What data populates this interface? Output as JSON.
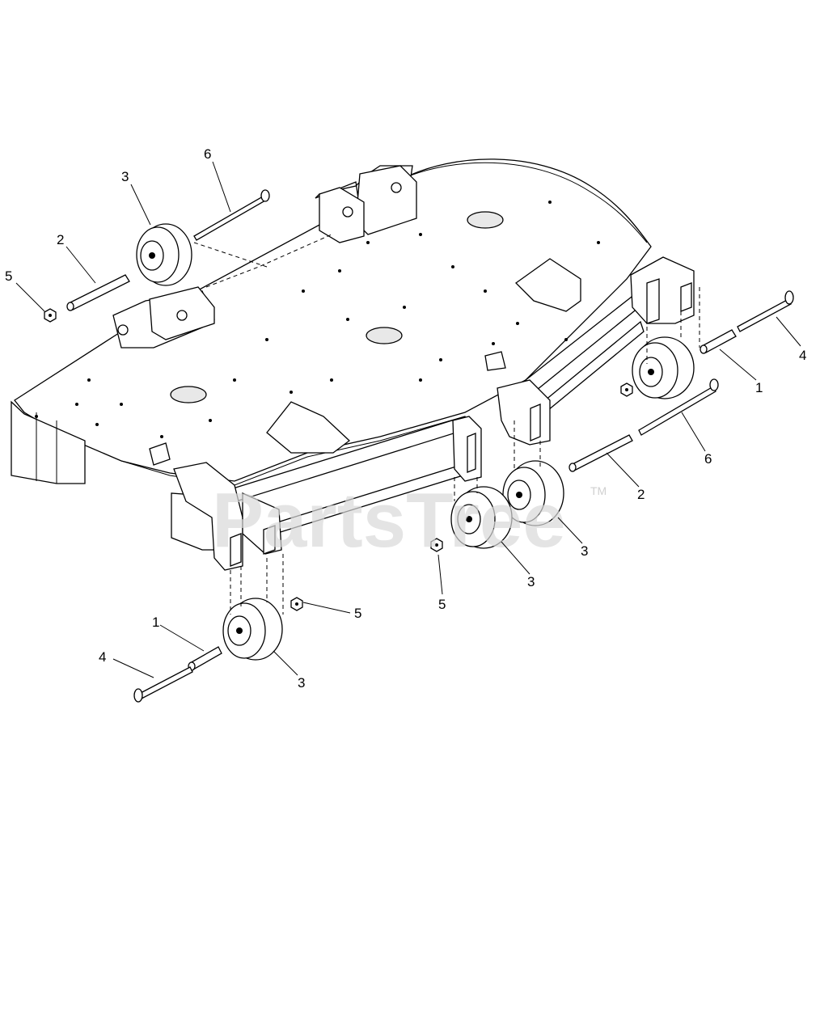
{
  "watermark": {
    "text": "PartsTree",
    "trademark": "TM"
  },
  "callouts": [
    {
      "id": "c1",
      "label": "3"
    },
    {
      "id": "c2",
      "label": "6"
    },
    {
      "id": "c3",
      "label": "2"
    },
    {
      "id": "c4",
      "label": "5"
    },
    {
      "id": "c5",
      "label": "4"
    },
    {
      "id": "c6",
      "label": "1"
    },
    {
      "id": "c7",
      "label": "6"
    },
    {
      "id": "c8",
      "label": "2"
    },
    {
      "id": "c9",
      "label": "3"
    },
    {
      "id": "c10",
      "label": "3"
    },
    {
      "id": "c11",
      "label": "5"
    },
    {
      "id": "c12",
      "label": "5"
    },
    {
      "id": "c13",
      "label": "1"
    },
    {
      "id": "c14",
      "label": "4"
    },
    {
      "id": "c15",
      "label": "3"
    }
  ]
}
